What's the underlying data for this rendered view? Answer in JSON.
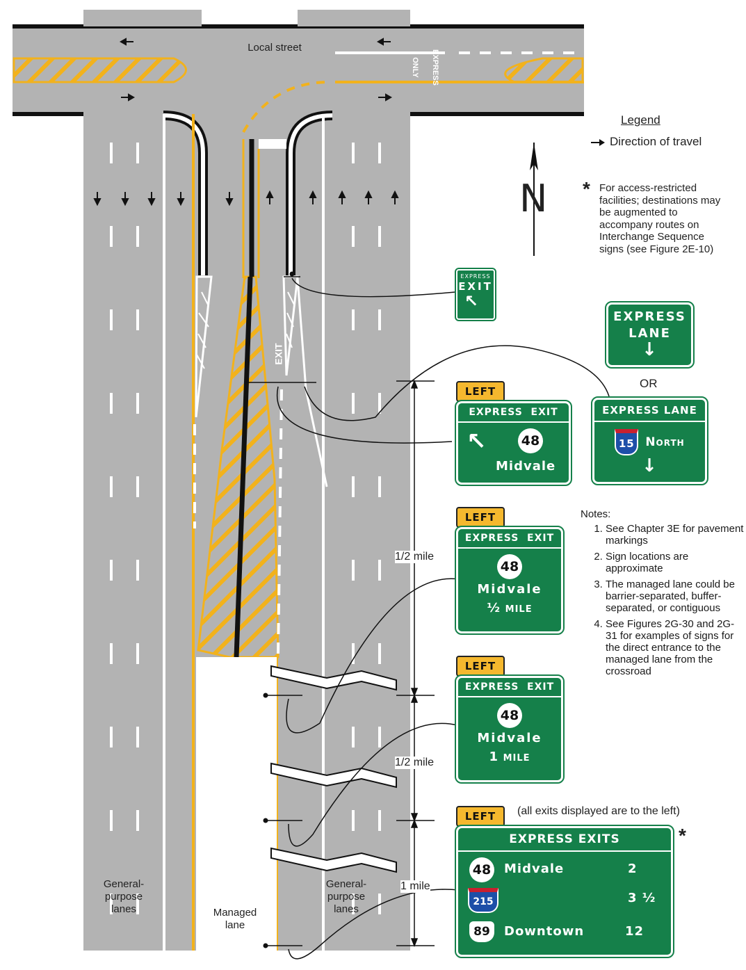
{
  "road": {
    "street_label": "Local street",
    "general_lanes_left": "General-\npurpose\nlanes",
    "general_lanes_right": "General-\npurpose\nlanes",
    "managed_lane": "Managed\nlane",
    "pavement_only": "ONLY",
    "pavement_express": "EXPRESS",
    "pavement_exit": "EXIT"
  },
  "legend": {
    "title": "Legend",
    "direction_label": "Direction of travel",
    "asterisk": "*",
    "asterisk_note": "For access-restricted facilities; destinations may be augmented to accompany routes on Interchange Sequence signs (see Figure 2E-10)",
    "north": "N"
  },
  "distances": {
    "d1": "1/2 mile",
    "d2": "1/2 mile",
    "d3": "1 mile"
  },
  "signs": {
    "small_exit": {
      "top": "EXPRESS",
      "main": "EXIT",
      "arrow": "↖"
    },
    "express_lane": {
      "line1": "EXPRESS",
      "line2": "LANE",
      "arrow": "↓"
    },
    "or_label": "OR",
    "express_lane_north": {
      "header": "EXPRESS LANE",
      "route": "15",
      "direction": "North",
      "arrow": "↓"
    },
    "left_plaque": "LEFT",
    "sign_a": {
      "header": "EXPRESS  EXIT",
      "arrow": "↖",
      "exit_no": "48",
      "dest": "Midvale"
    },
    "sign_b": {
      "header": "EXPRESS  EXIT",
      "exit_no": "48",
      "dest": "Midvale",
      "dist_num": "½",
      "dist_unit": "MILE"
    },
    "sign_c": {
      "header": "EXPRESS  EXIT",
      "exit_no": "48",
      "dest": "Midvale",
      "dist_num": "1",
      "dist_unit": "MILE"
    },
    "sign_d": {
      "header": "EXPRESS EXITS",
      "rows": [
        {
          "shield": "48",
          "dest": "Midvale",
          "dist": "2"
        },
        {
          "shield": "215",
          "dest": "",
          "dist": "3 ½"
        },
        {
          "shield": "89",
          "dest": "Downtown",
          "dist": "12"
        }
      ]
    },
    "all_exits_note": "(all exits displayed are to the left)"
  },
  "notes": {
    "title": "Notes:",
    "items": [
      "See Chapter 3E for pavement markings",
      "Sign locations are approximate",
      "The managed lane could be barrier-separated, buffer-separated, or contiguous",
      "See Figures 2G-30 and 2G-31 for examples of signs for the direct entrance to the managed lane from the crossroad"
    ]
  },
  "colors": {
    "pavement": "#b3b3b3",
    "yellow": "#f2b21c",
    "sign_green": "#15804a",
    "plaque": "#f5b82e"
  }
}
